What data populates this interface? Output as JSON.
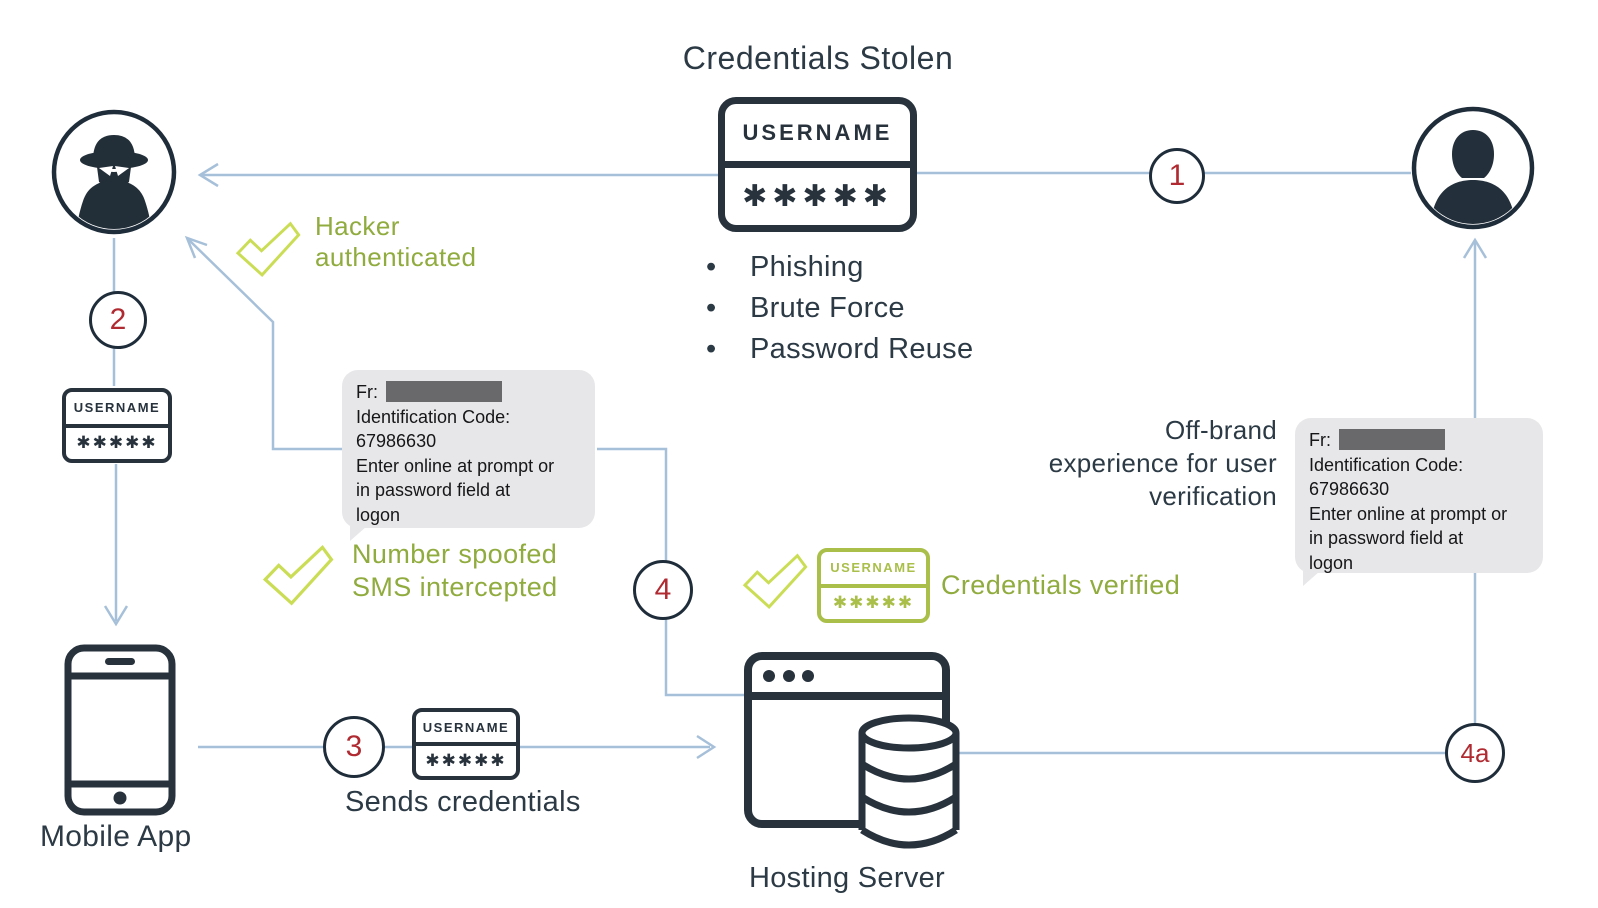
{
  "title": "Credentials Stolen",
  "attack_methods": {
    "items": [
      "Phishing",
      "Brute Force",
      "Password Reuse"
    ]
  },
  "credential_card": {
    "username": "USERNAME",
    "password_mask": "✱✱✱✱✱"
  },
  "badges": {
    "step1": "1",
    "step2": "2",
    "step3": "3",
    "step4": "4",
    "step4a": "4a"
  },
  "nodes": {
    "mobile_app": "Mobile App",
    "hosting_server": "Hosting Server"
  },
  "callouts": {
    "hacker_authenticated": {
      "line1": "Hacker",
      "line2": "authenticated"
    },
    "number_spoofed": {
      "line1": "Number spoofed",
      "line2": "SMS intercepted"
    },
    "credentials_verified": "Credentials verified",
    "sends_credentials": "Sends credentials",
    "off_brand": {
      "line1": "Off-brand",
      "line2": "experience for user",
      "line3": "verification"
    }
  },
  "sms_message": {
    "from_label": "Fr:",
    "lines": [
      "Identification Code:",
      "67986630",
      "Enter online at prompt or",
      "in password field at",
      "logon"
    ]
  },
  "colors": {
    "navy_text": "#2c3a45",
    "icon_dark": "#27323c",
    "olive_green": "#90ab3e",
    "check_green": "#cadd55",
    "card_green": "#a9bf4a",
    "connector_blue": "#a7c0d9",
    "step_red": "#b02a31",
    "sms_background": "#e7e7e9",
    "redaction_gray": "#69696b"
  }
}
